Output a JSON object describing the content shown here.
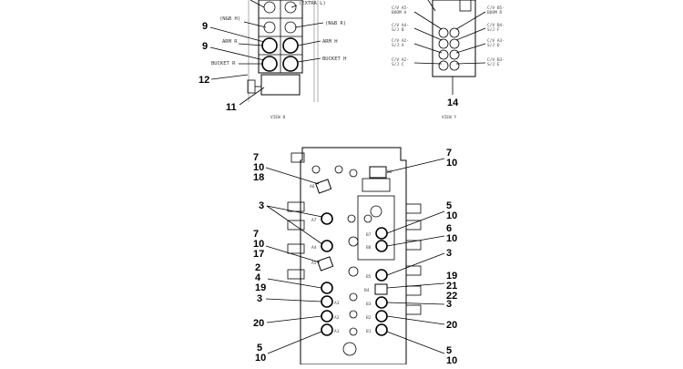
{
  "view_b": {
    "caption": "VIEW B",
    "labels": {
      "extra_l": "(EXTRA L)",
      "nb_h": "(N&B H)",
      "nb_r": "(N&B R)",
      "arm_r": "ARM R",
      "arm_h": "ARM H",
      "bucket_r": "BUCKET R",
      "bucket_h": "BUCKET H"
    },
    "callouts": {
      "c9a": "9",
      "c9b": "9",
      "c12": "12",
      "c11": "11"
    }
  },
  "view_y": {
    "caption": "VIEW Y",
    "left_labels": [
      "C/V A5-",
      "BOOM H",
      "C/V A4-",
      "S/J B",
      "C/V A2-",
      "S/J A",
      "C/V A2-",
      "S/J C"
    ],
    "right_labels": [
      "C/V B5-",
      "BOOM R",
      "C/V B4-",
      "S/J F",
      "C/V A3-",
      "S/J D",
      "C/V B3-",
      "S/J E"
    ],
    "callouts": {
      "c14": "14"
    }
  },
  "main_view": {
    "port_labels": {
      "a6": "A6",
      "a7": "A7",
      "a4": "A4",
      "a5": "A5",
      "a3": "A3",
      "a2": "A2",
      "a1": "A1",
      "b6": "B6",
      "b7": "B7",
      "b8": "B8",
      "b5": "B5",
      "b3": "B3",
      "b2": "B2",
      "b1": "B1",
      "b4": "B4"
    },
    "left_callouts": {
      "g1": [
        "7",
        "10",
        "18"
      ],
      "g2": [
        "3"
      ],
      "g3": [
        "7",
        "10",
        "17"
      ],
      "g4": [
        "2",
        "4",
        "19"
      ],
      "g5": [
        "3"
      ],
      "g6": [
        "20"
      ],
      "g7": [
        "5",
        "10"
      ]
    },
    "right_callouts": {
      "g1": [
        "7",
        "10"
      ],
      "g2": [
        "5",
        "10"
      ],
      "g3": [
        "6",
        "10"
      ],
      "g4": [
        "3"
      ],
      "g5": [
        "19",
        "21",
        "22"
      ],
      "g6": [
        "3"
      ],
      "g7": [
        "20"
      ],
      "g8": [
        "5",
        "10"
      ]
    }
  }
}
